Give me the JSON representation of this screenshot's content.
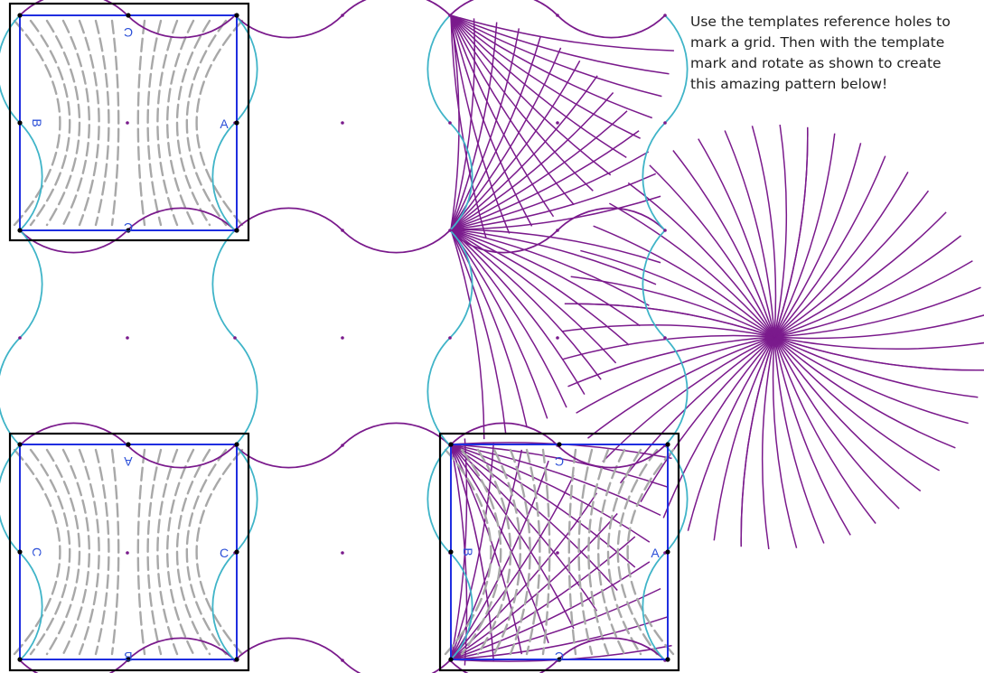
{
  "instructions": {
    "text": "Use the templates reference holes to\nmark a grid.  Then with the template\nmark and rotate as shown to create\nthis amazing pattern below!"
  },
  "colors": {
    "frame": "#000000",
    "template_border": "#1f2ee0",
    "arc_purple": "#7a1a8c",
    "arc_teal": "#3fb4c8",
    "guide_gray": "#a8a8a8",
    "label_blue": "#2b4fd8",
    "grid_dot": "#7a1a8c"
  },
  "templates": [
    {
      "name": "top-left-template",
      "labels": {
        "top": "C",
        "bottom": "C",
        "left": "B",
        "right": "A"
      }
    },
    {
      "name": "bottom-left-template",
      "labels": {
        "top": "A",
        "bottom": "B",
        "left": "C",
        "right": "C"
      }
    },
    {
      "name": "bottom-right-template",
      "labels": {
        "top": "C",
        "bottom": "C",
        "left": "B",
        "right": "A"
      }
    }
  ]
}
